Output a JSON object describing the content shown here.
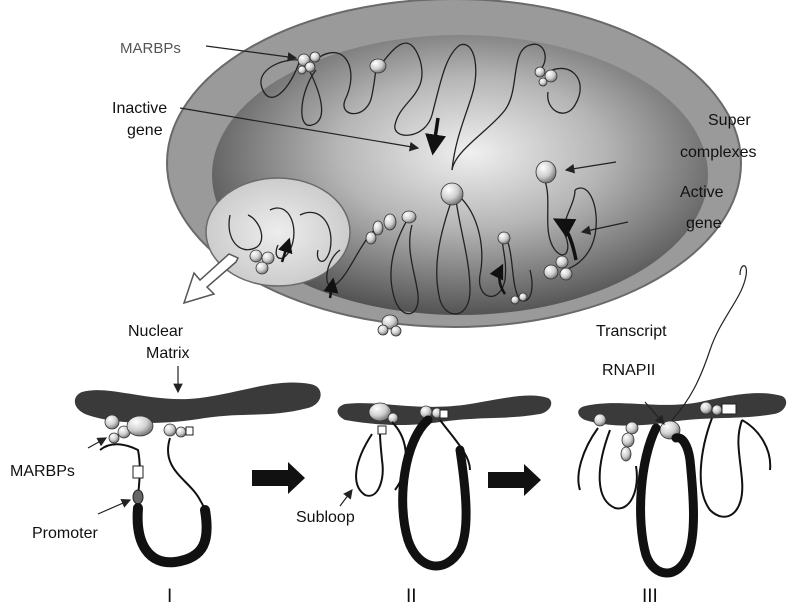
{
  "labels": {
    "marbps_top": "MARBPs",
    "inactive_gene_1": "Inactive",
    "inactive_gene_2": "gene",
    "super_complexes_1": "Super",
    "super_complexes_2": "complexes",
    "active_gene_1": "Active",
    "active_gene_2": "gene",
    "nuclear_matrix_1": "Nuclear",
    "nuclear_matrix_2": "Matrix",
    "transcript": "Transcript",
    "rnapii": "RNAPII",
    "marbps_bottom": "MARBPs",
    "promoter": "Promoter",
    "subloop": "Subloop"
  },
  "stages": [
    "I",
    "II",
    "III"
  ],
  "colors": {
    "nucleus_outer": "#8f8f8f",
    "nucleus_inner": "#4a4a4a",
    "matrix_band": "#3a3a3a",
    "chromatin_line": "#222222"
  }
}
